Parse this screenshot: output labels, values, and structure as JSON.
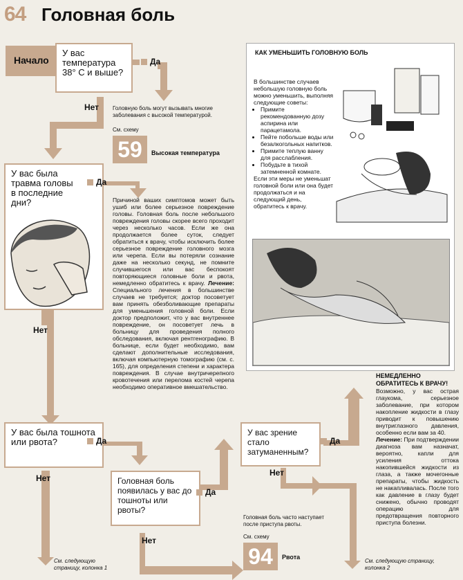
{
  "header": {
    "number": "64",
    "title": "Головная боль"
  },
  "start": {
    "label": "Начало"
  },
  "q1": {
    "text": "У вас температура 38° С и выше?",
    "yes": "Да",
    "no": "Нет"
  },
  "q1_yes": {
    "text": "Головную боль могут вызывать многие заболевания с высокой температурой.",
    "see": "См. схему",
    "num": "59",
    "ref": "Высокая температура"
  },
  "q2": {
    "text": "У вас была травма головы в последние дни?",
    "yes": "Да",
    "no": "Нет"
  },
  "q2_yes": {
    "p1": "Причиной ваших симптомов может быть ушиб или более серьезное повреждение головы. Головная боль после небольшого повреждения головы скорее всего проходит через несколько часов. Если же она продолжается более суток, следует обратиться к врачу, чтобы исключить более серьезное повреждение головного мозга или черепа. Если вы потеряли сознание даже на несколько секунд, не помните случившегося или вас беспокоят повторяющиеся головные боли и рвота, немедленно обратитесь к врачу.",
    "p2_head": "Лечение:",
    "p2": "Специального лечения в большинстве случаев не требуется; доктор посоветует вам принять обезболивающие препараты для уменьшения головной боли. Если доктор предположит, что у вас внутреннее повреждение, он посоветует лечь в больницу для проведения полного обследования, включая рентгенографию. В больнице, если будет необходимо, вам сделают дополнительные исследования, включая компьютерную томографию (см. с. 165), для определения степени и характера повреждения. В случае внутричерепного кровотечения или перелома костей черепа необходимо оперативное вмешательство."
  },
  "panel": {
    "title": "КАК УМЕНЬШИТЬ ГОЛОВНУЮ БОЛЬ",
    "intro": "В большинстве случаев небольшую головную боль можно уменьшить, выполняя следующие советы:",
    "tips": [
      "Примите рекомендованную дозу аспирина или парацетамола.",
      "Пейте побольше воды или безалкогольных напитков.",
      "Примите теплую ванну для расслабления.",
      "Побудьте в тихой затемненной комнате."
    ],
    "outro": "Если эти меры не уменьшат головной боли или она будет продолжаться и на следующий день, обратитесь к врачу."
  },
  "q3": {
    "text": "У вас была тошнота или рвота?",
    "yes": "Да",
    "no": "Нет",
    "next": "См. следующую страницу, колонка 1"
  },
  "q4": {
    "text": "Головная боль появилась у вас до тошноты или рвоты?",
    "yes": "Да",
    "no": "Нет",
    "note": "Головная боль часто наступает после приступа рвоты.",
    "see": "См. схему",
    "num": "94",
    "ref": "Рвота"
  },
  "q5": {
    "text": "У вас зрение стало затуманенным?",
    "yes": "Да",
    "no": "Нет",
    "next": "См. следующую страницу, колонка 2"
  },
  "urgent": {
    "head": "НЕМЕДЛЕННО ОБРАТИТЕСЬ К ВРАЧУ!",
    "p1": "Возможно, у вас острая глаукома, серьезное заболевание, при котором накопление жидкости в глазу приводит к повышению внутриглазного давления, особенно если вам за 40.",
    "p2_head": "Лечение:",
    "p2": "При подтверждении диагноза вам назначат, вероятно, капли для усиления оттока накопившейся жидкости из глаза, а также мочегонные препараты, чтобы жидкость не накапливалась. После того как давление в глазу будет снижено, обычно проводят операцию для предотвращения повторного приступа болезни."
  },
  "colors": {
    "accent": "#c7a98f",
    "paper": "#f1eee7"
  }
}
